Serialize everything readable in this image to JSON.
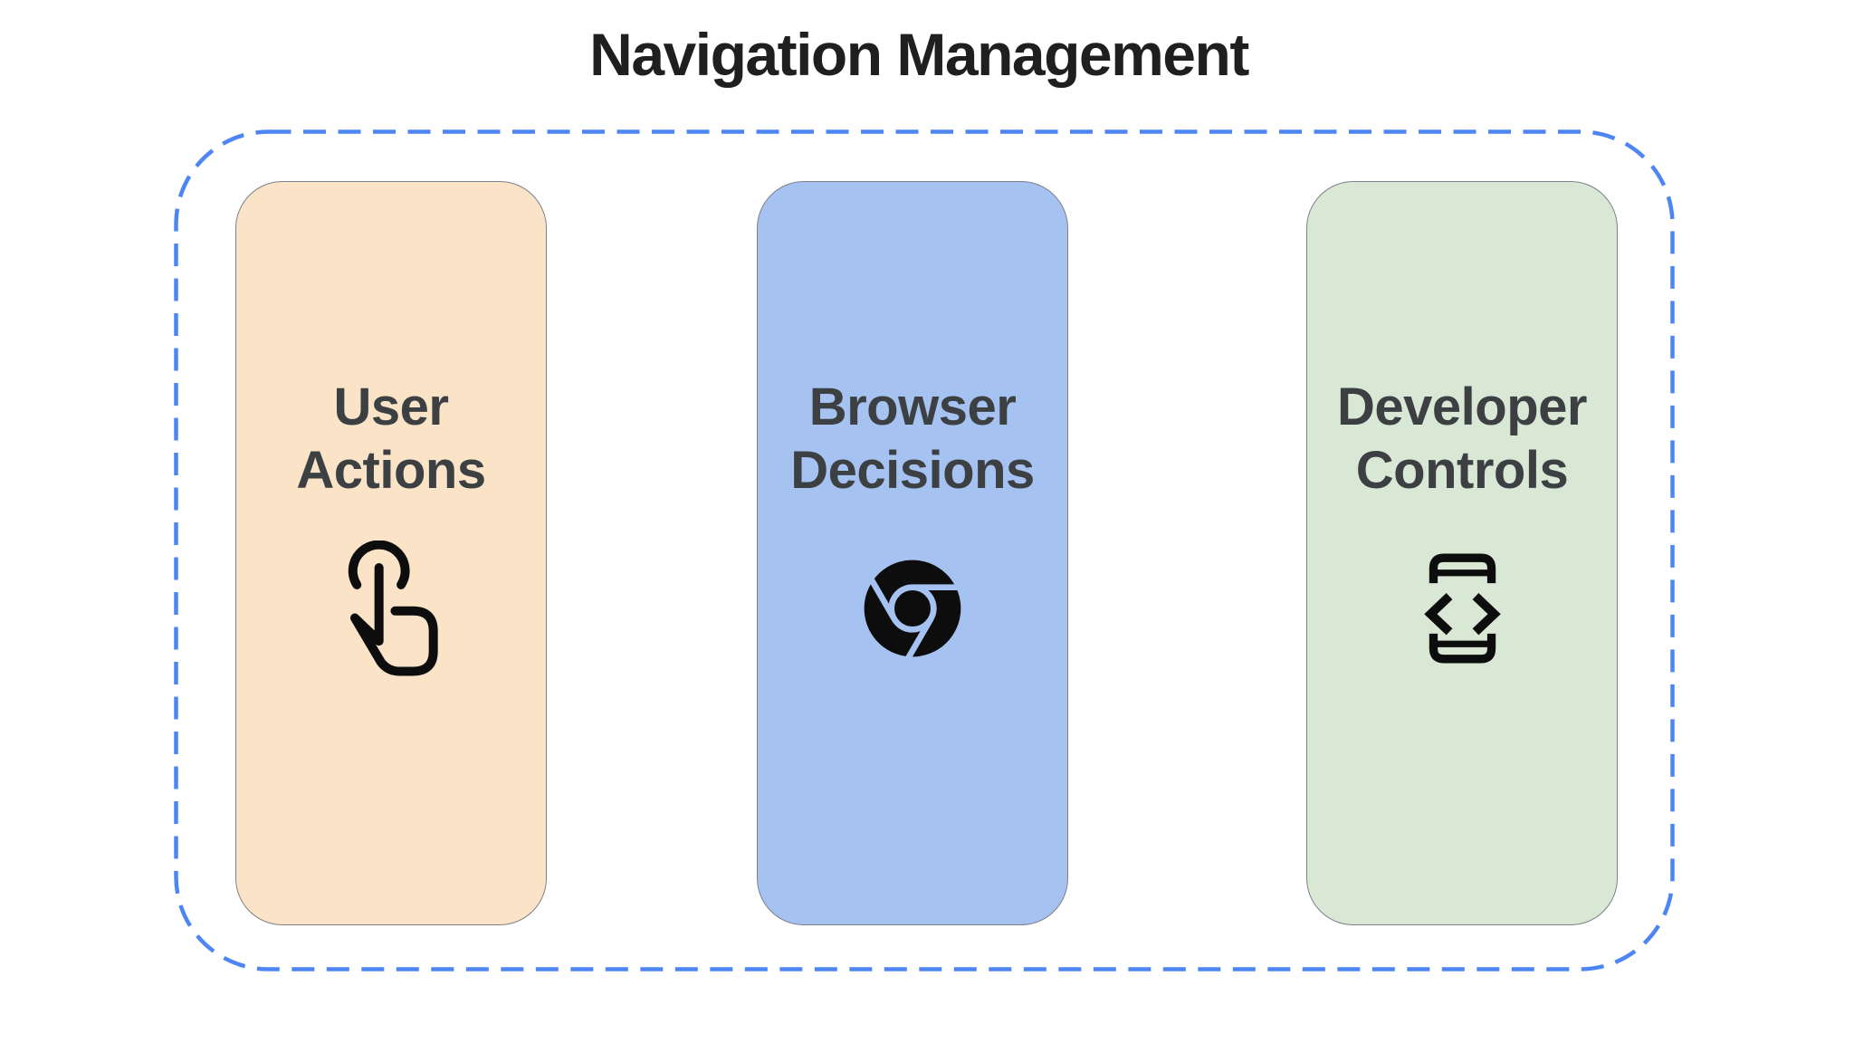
{
  "title": "Navigation Management",
  "frame": {
    "style": "dashed rounded rectangle",
    "border_color": "#4d86f4"
  },
  "cards": [
    {
      "name": "user-actions",
      "line1": "User",
      "line2": "Actions",
      "bg_color": "#fae3c6",
      "icon": "touch-gesture-icon"
    },
    {
      "name": "browser-decisions",
      "line1": "Browser",
      "line2": "Decisions",
      "bg_color": "#a5c2f0",
      "icon": "chrome-logo-icon"
    },
    {
      "name": "developer-controls",
      "line1": "Developer",
      "line2": "Controls",
      "bg_color": "#d8e8d5",
      "icon": "developer-mode-icon"
    }
  ],
  "colors": {
    "background": "#ffffff",
    "title_text": "#1f1f1f",
    "card_text": "#3c4043",
    "card_border": "#7d818a",
    "icon": "#0d0d0d",
    "accent_dashed_border": "#4d86f4"
  }
}
